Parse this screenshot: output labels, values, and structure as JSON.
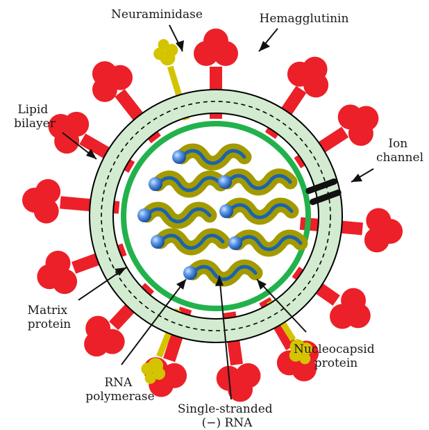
{
  "labels": {
    "neuraminidase": "Neuraminidase",
    "hemagglutinin": "Hemagglutinin",
    "lipid_bilayer": [
      "Lipid",
      "bilayer"
    ],
    "ion_channel": [
      "Ion",
      "channel"
    ],
    "matrix_protein": [
      "Matrix",
      "protein"
    ],
    "rna_polymerase": [
      "RNA",
      "polymerase"
    ],
    "ssrna": [
      "Single-stranded",
      "(−) RNA"
    ],
    "nucleocapsid_protein": [
      "Nucleocapsid",
      "protein"
    ]
  },
  "colors": {
    "hemagglutinin": "#ec2028",
    "neuraminidase": "#d4c400",
    "bilayer_fill": "#d3ebd0",
    "matrix_ring": "#22b24c",
    "rna": "#1b63b0",
    "nucleocapsid": "#a39a00",
    "polymerase": "#3d7fd6",
    "ion_channel": "#111111"
  }
}
